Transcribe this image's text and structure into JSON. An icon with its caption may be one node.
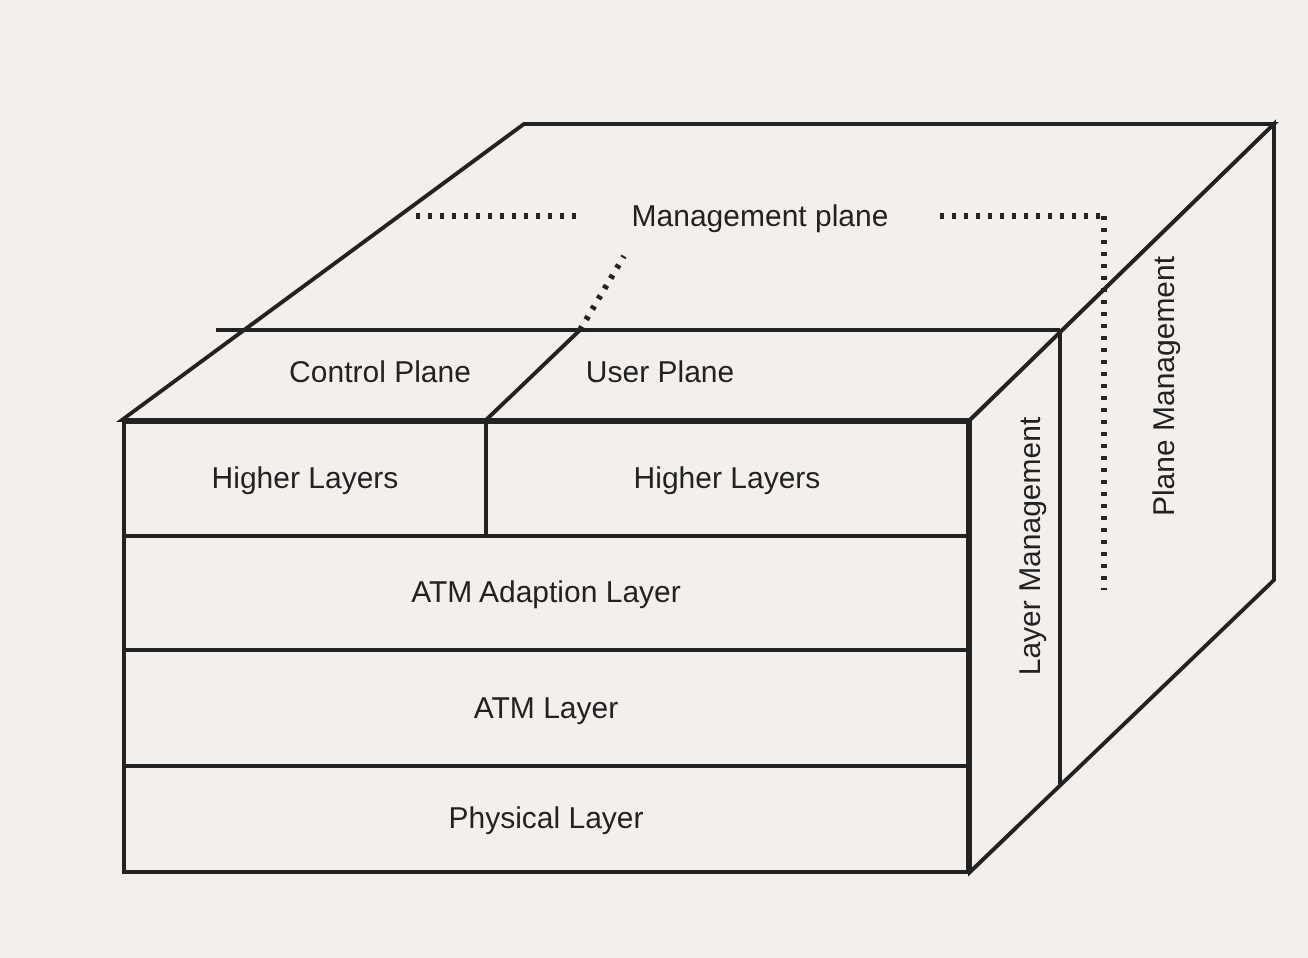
{
  "diagram": {
    "nodes": [
      {
        "text": [
          "Management plane"
        ]
      },
      {
        "text": [
          "Control Plane"
        ]
      },
      {
        "text": [
          "User Plane"
        ]
      },
      {
        "text": [
          "Higher Layers"
        ]
      },
      {
        "text": [
          "Higher Layers"
        ]
      },
      {
        "text": [
          "ATM Adaption Layer"
        ]
      },
      {
        "text": [
          "ATM Layer"
        ]
      },
      {
        "text": [
          "Physical Layer"
        ]
      },
      {
        "text": [
          "Layer Management"
        ]
      },
      {
        "text": [
          "Plane Management"
        ]
      }
    ],
    "edges": []
  }
}
